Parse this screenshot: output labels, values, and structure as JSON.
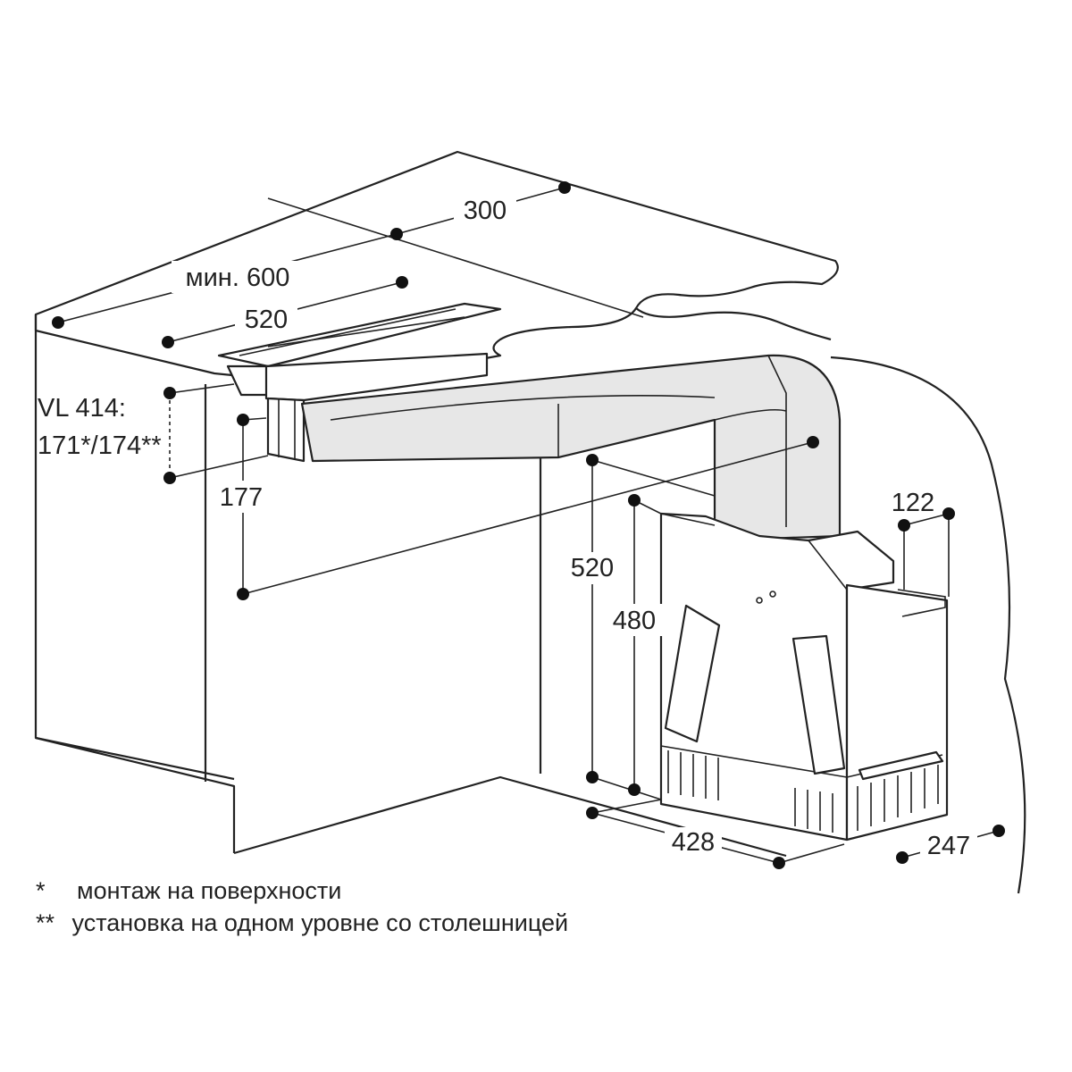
{
  "dimensions": {
    "d300": "300",
    "d_min600": "мин. 600",
    "d520_top": "520",
    "vl_label": "VL 414:",
    "vl_values": "171*/174**",
    "d177": "177",
    "d520_side": "520",
    "d480": "480",
    "d122": "122",
    "d428": "428",
    "d247": "247"
  },
  "footnotes": {
    "star1": "*",
    "text1": "монтаж на поверхности",
    "star2": "**",
    "text2": "установка на одном уровне со столешницей"
  }
}
